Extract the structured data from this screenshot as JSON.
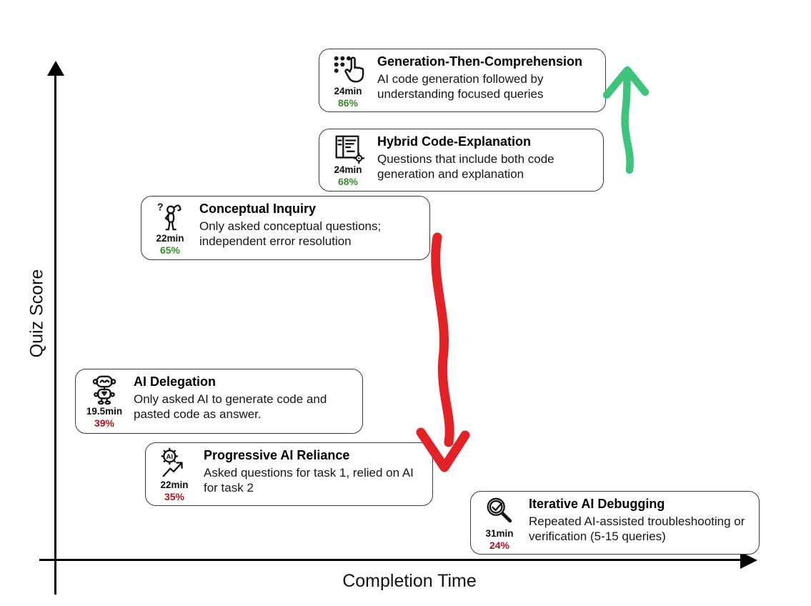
{
  "chart_data": {
    "type": "scatter",
    "xlabel": "Completion Time",
    "ylabel": "Quiz Score",
    "legend": "none",
    "grid": false,
    "points": [
      {
        "title": "Generation-Then-Comprehension",
        "description": "AI code generation followed by understanding focused queries",
        "time_label": "24min",
        "time_min": 24,
        "score_label": "86%",
        "score_pct": 86,
        "trend": "positive",
        "score_color": "#3a8c2e",
        "icon": "tap-select-icon"
      },
      {
        "title": "Hybrid Code-Explanation",
        "description": "Questions that include both code generation and explanation",
        "time_label": "24min",
        "time_min": 24,
        "score_label": "68%",
        "score_pct": 68,
        "trend": "positive",
        "score_color": "#3a8c2e",
        "icon": "document-gear-icon"
      },
      {
        "title": "Conceptual Inquiry",
        "description": "Only asked conceptual questions; independent error resolution",
        "time_label": "22min",
        "time_min": 22,
        "score_label": "65%",
        "score_pct": 65,
        "trend": "positive",
        "score_color": "#3a8c2e",
        "icon": "thinking-person-icon"
      },
      {
        "title": "AI Delegation",
        "description": "Only asked AI to generate code and pasted code as answer.",
        "time_label": "19.5min",
        "time_min": 19.5,
        "score_label": "39%",
        "score_pct": 39,
        "trend": "negative",
        "score_color": "#b0121a",
        "icon": "robot-icon"
      },
      {
        "title": "Progressive AI Reliance",
        "description": "Asked questions for task 1, relied on AI for task 2",
        "time_label": "22min",
        "time_min": 22,
        "score_label": "35%",
        "score_pct": 35,
        "trend": "negative",
        "score_color": "#b0121a",
        "icon": "ai-gear-growth-icon"
      },
      {
        "title": "Iterative AI Debugging",
        "description": "Repeated AI-assisted troubleshooting or verification (5-15 queries)",
        "time_label": "31min",
        "time_min": 31,
        "score_label": "24%",
        "score_pct": 24,
        "trend": "negative",
        "score_color": "#b0121a",
        "icon": "magnifier-check-icon"
      }
    ],
    "annotations": [
      {
        "shape": "hand-drawn-arrow",
        "direction": "up",
        "color": "#3ec47b"
      },
      {
        "shape": "hand-drawn-arrow",
        "direction": "down",
        "color": "#e32127"
      }
    ]
  },
  "colors": {
    "positive_score": "#3a8c2e",
    "negative_score": "#b0121a",
    "axis": "#000000",
    "card_border": "#3a3a3a",
    "green_arrow": "#3ec47b",
    "red_arrow": "#e32127"
  }
}
